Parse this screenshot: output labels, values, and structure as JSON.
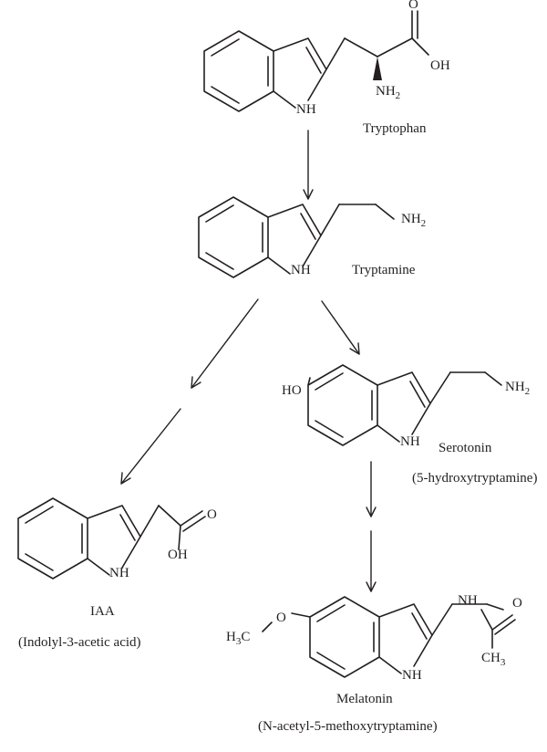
{
  "names": {
    "tryptophan": "Tryptophan",
    "tryptamine": "Tryptamine",
    "serotonin": "Serotonin",
    "serotonin_alt": "(5-hydroxytryptamine)",
    "iaa": "IAA",
    "iaa_alt": "(Indolyl-3-acetic acid)",
    "melatonin": "Melatonin",
    "melatonin_alt": "(N-acetyl-5-methoxytryptamine)"
  },
  "atoms": {
    "nh": "NH",
    "oh": "OH",
    "o": "O",
    "ho": "HO",
    "nh2_base": "NH",
    "sub_2": "2",
    "h3c_h": "H",
    "h3c_c": "C",
    "sub_3": "3",
    "ch3_base": "CH"
  }
}
